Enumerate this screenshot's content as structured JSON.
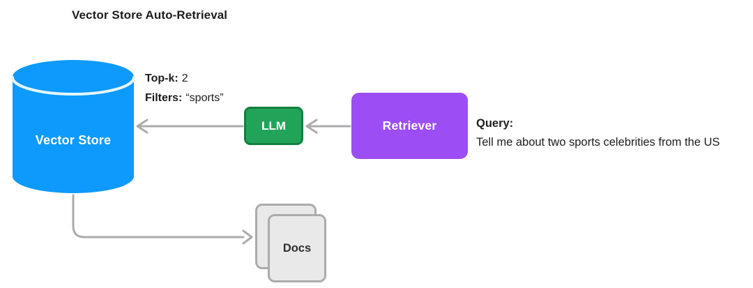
{
  "title": "Vector Store Auto-Retrieval",
  "nodes": {
    "vector_store": {
      "label": "Vector Store",
      "shape": "database-cylinder"
    },
    "llm": {
      "label": "LLM",
      "shape": "rounded-rect"
    },
    "retriever": {
      "label": "Retriever",
      "shape": "rounded-rect"
    },
    "docs": {
      "label": "Docs",
      "shape": "stacked-documents"
    }
  },
  "annotations": {
    "top_k_label": "Top-k:",
    "top_k_value": "2",
    "filters_label": "Filters:",
    "filters_value": "“sports”",
    "query_label": "Query:",
    "query_text": "Tell me about two sports celebrities from the US"
  },
  "edges": [
    {
      "from": "llm",
      "to": "vector_store",
      "style": "arrow-left"
    },
    {
      "from": "retriever",
      "to": "llm",
      "style": "arrow-left"
    },
    {
      "from": "vector_store",
      "to": "docs",
      "style": "elbow-arrow-right"
    }
  ],
  "colors": {
    "vector_store_blue": "#0d9afc",
    "cylinder_seam_white": "#e3f6ff",
    "llm_green": "#21a45a",
    "llm_border_green": "#12813f",
    "retriever_purple": "#9c4df4",
    "arrow_gray": "#ababab",
    "docs_fill": "#e9e9e9",
    "docs_border": "#ababab",
    "text_dark": "#1b1b1d",
    "text_white": "#ffffff"
  }
}
